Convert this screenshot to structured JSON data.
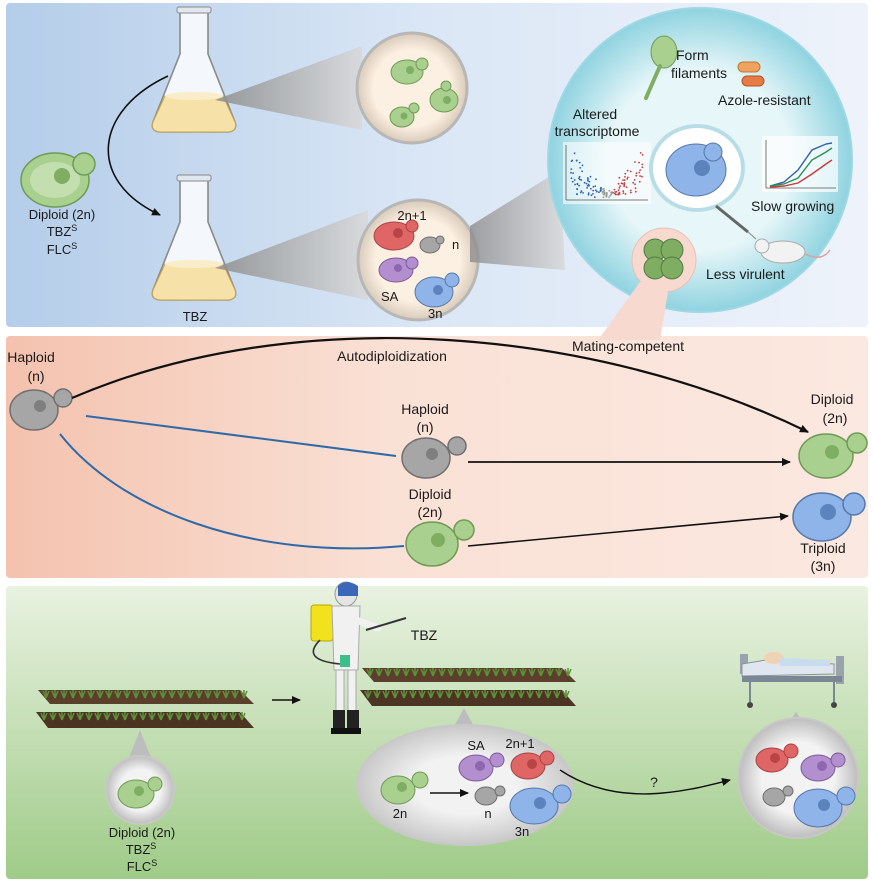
{
  "panel_top": {
    "left_cell": {
      "line1": "Diploid (2n)",
      "line2_base": "TBZ",
      "line2_sup": "S",
      "line3_base": "FLC",
      "line3_sup": "S"
    },
    "flask_label": "TBZ",
    "mixed_circle": {
      "aneuploid": "2n+1",
      "haploid": "n",
      "sa": "SA",
      "triploid": "3n"
    },
    "phenotypes": {
      "filaments": [
        "Form",
        "filaments"
      ],
      "azole": "Azole-resistant",
      "transcriptome": [
        "Altered",
        "transcriptome"
      ],
      "growth": "Slow growing",
      "virulence": "Less virulent",
      "mating": "Mating-competent"
    }
  },
  "panel_middle": {
    "start": [
      "Haploid",
      "(n)"
    ],
    "arrow_label": "Autodiploidization",
    "mid_haploid": [
      "Haploid",
      "(n)"
    ],
    "mid_diploid": [
      "Diploid",
      "(2n)"
    ],
    "end_diploid": [
      "Diploid",
      "(2n)"
    ],
    "end_triploid": [
      "Triploid",
      "(3n)"
    ]
  },
  "panel_bottom": {
    "spray_label": "TBZ",
    "field_cell": {
      "line1": "Diploid (2n)",
      "line2_base": "TBZ",
      "line2_sup": "S",
      "line3_base": "FLC",
      "line3_sup": "S"
    },
    "ellipse": {
      "start": "2n",
      "sa": "SA",
      "aneuploid": "2n+1",
      "haploid": "n",
      "triploid": "3n"
    },
    "unknown": "?"
  },
  "colors": {
    "diploid": "#a9d08e",
    "haploid": "#a6a6a6",
    "aneuploid": "#e06666",
    "sa": "#b48fd0",
    "triploid": "#8fb4ea",
    "top_bg": "#c7d9ef",
    "mid_bg": "#f8dcd2",
    "bottom_bg": "#dcebd2",
    "blue_line": "#2e6aa8"
  }
}
